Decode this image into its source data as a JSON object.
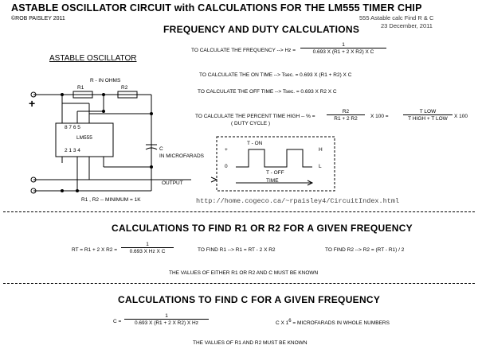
{
  "header": {
    "title": "ASTABLE  OSCILLATOR CIRCUIT with CALCULATIONS FOR THE LM555 TIMER CHIP",
    "copyright": "©ROB PAISLEY 2011",
    "app_note": "555 Astable calc Find R & C",
    "date": "23 December, 2011"
  },
  "freq_section": {
    "heading": "FREQUENCY AND DUTY CALCULATIONS",
    "freq_label": "TO CALCULATE THE FREQUENCY --> Hz =",
    "freq_num": "1",
    "freq_den": "0.693 X (R1 + 2 X R2) X C",
    "on_time": "TO CALCULATE THE ON TIME --> Tsec. = 0.693 X (R1 + R2) X C",
    "off_time": "TO CALCULATE THE OFF TIME --> Tsec. = 0.693 X R2 X C",
    "pct_label": "TO CALCULATE THE PERCENT TIME HIGH -- % =",
    "duty_label": "( DUTY CYCLE )",
    "pct_num": "R2",
    "pct_den": "R1 + 2 R2",
    "x100a": "X 100  =",
    "pct2_num": "T LOW",
    "pct2_den": "T HIGH + T LOW",
    "x100b": "X 100"
  },
  "circuit": {
    "heading": "ASTABLE OSCILLATOR",
    "r_label": "R - IN OHMS",
    "r1": "R1",
    "r2": "R2",
    "chip": "LM555",
    "pins_top": "8  7  6  5",
    "pins_bottom": "2  1  3  4",
    "c_label": "C",
    "c_units": "IN MICROFARADS",
    "plus": "+",
    "output": "OUTPUT",
    "minimum": "R1 , R2 -- MINIMUM = 1K"
  },
  "waveform": {
    "plus": "+",
    "zero": "0",
    "h": "H",
    "l": "L",
    "t_on": "T - ON",
    "t_off": "T - OFF",
    "time": "TIME"
  },
  "url": "http://home.cogeco.ca/~rpaisley4/CircuitIndex.html",
  "r_section": {
    "heading": "CALCULATIONS TO FIND R1 OR R2 FOR A GIVEN FREQUENCY",
    "rt_label": "RT = R1 + 2 X R2 =",
    "rt_num": "1",
    "rt_den": "0.693 X Hz X C",
    "find_r1": "TO FIND R1 --> R1 = RT - 2 X R2",
    "find_r2": "TO FIND R2 --> R2 = (RT - R1) / 2",
    "note": "THE VALUES OF EITHER R1 OR R2 AND C MUST BE KNOWN"
  },
  "c_section": {
    "heading": "CALCULATIONS TO FIND C FOR A GIVEN FREQUENCY",
    "c_label": "C =",
    "c_num": "1",
    "c_den": "0.693 X (R1 + 2 X R2) X Hz",
    "scale_base": "C X 1",
    "scale_exp": "6",
    "scale_rest": "= MICROFARADS IN WHOLE NUMBERS",
    "note": "THE VALUES OF R1 AND R2 MUST BE KNOWN"
  }
}
